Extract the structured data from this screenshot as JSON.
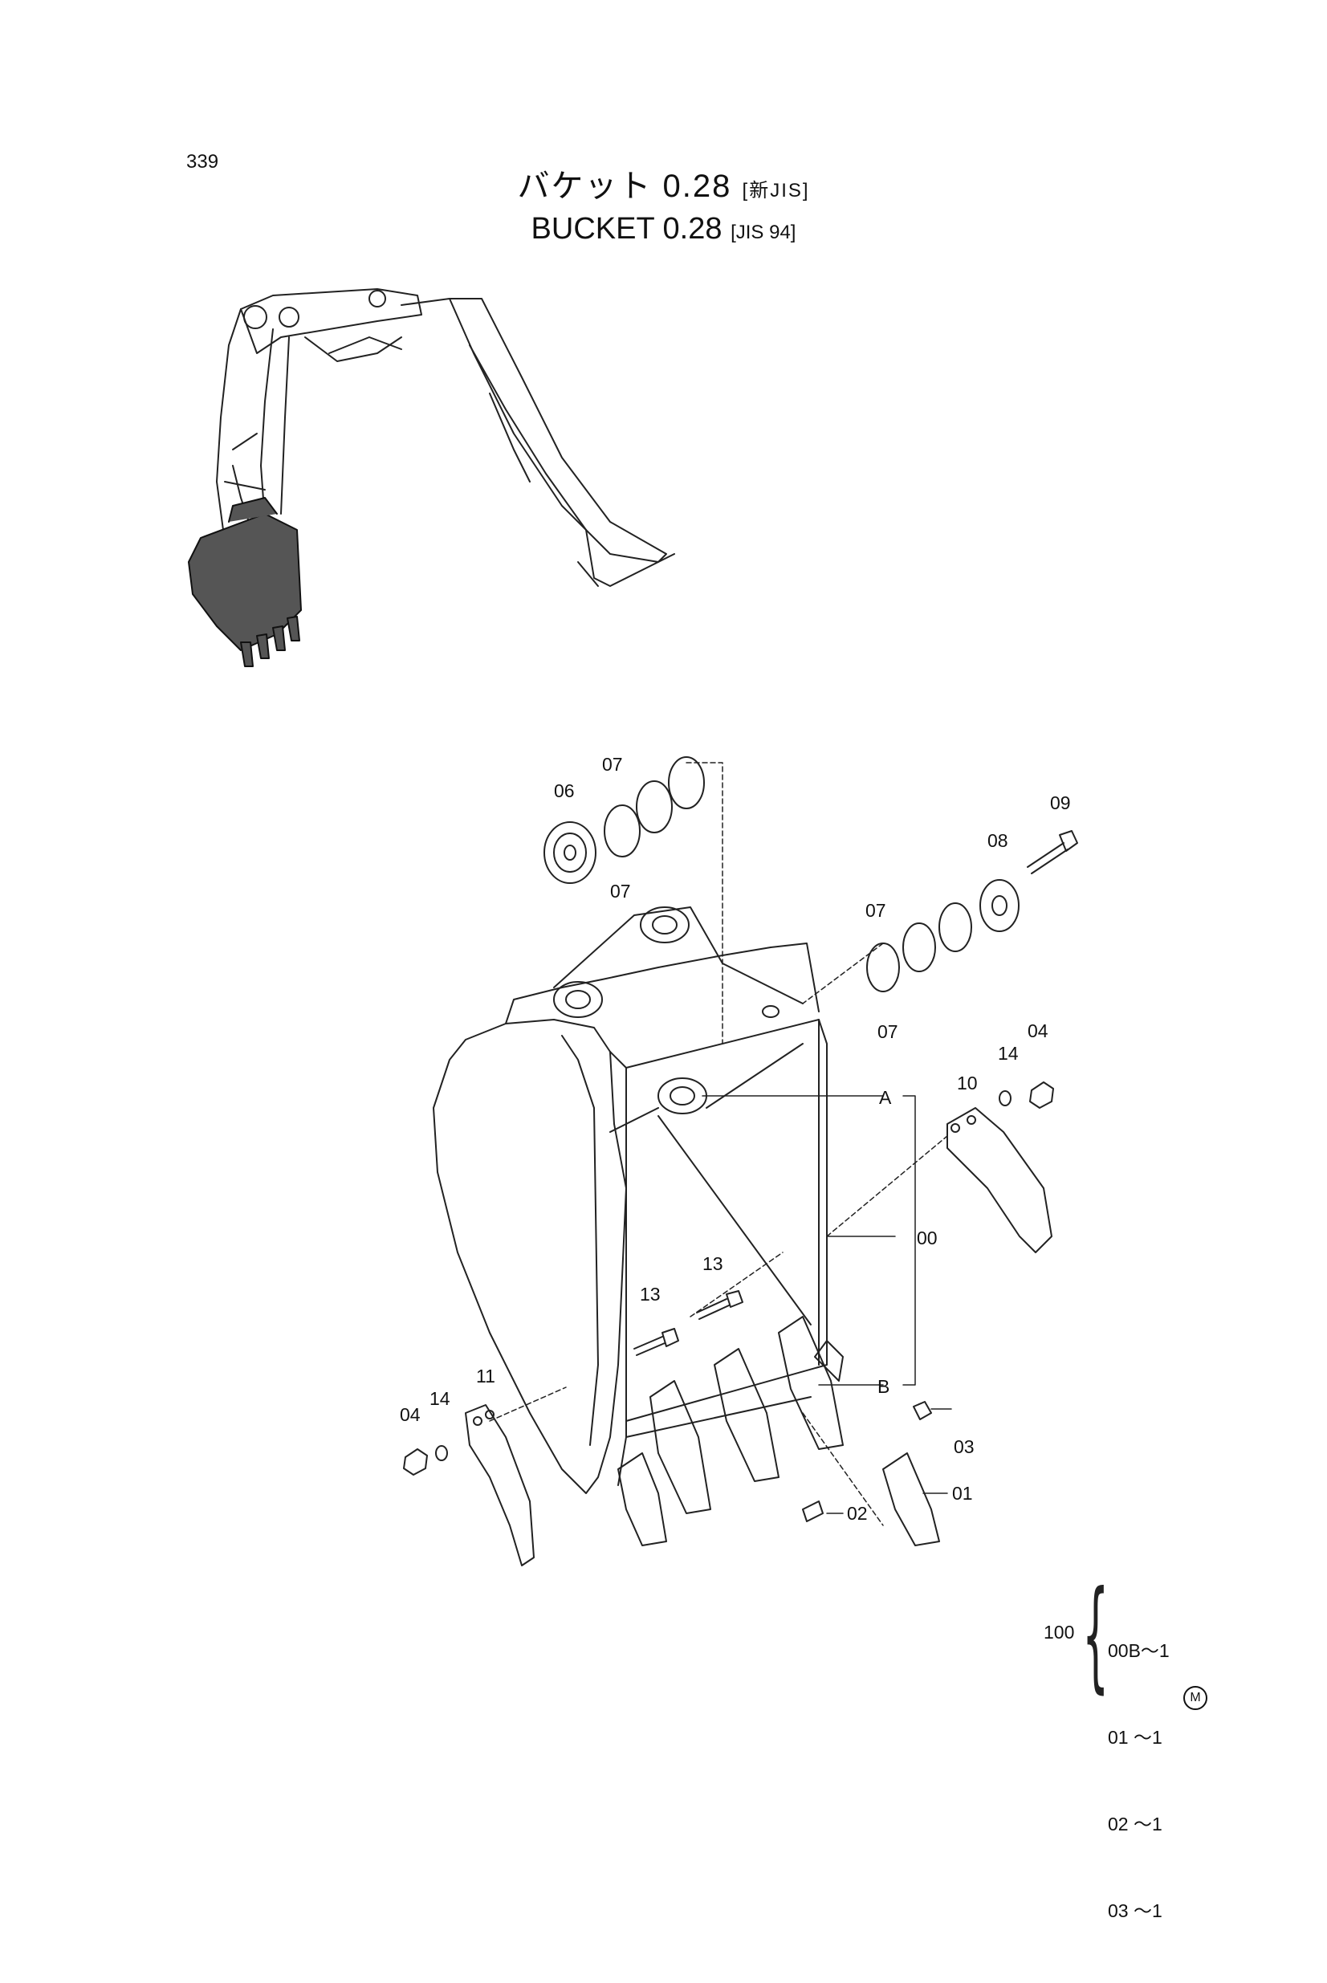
{
  "page_number": "339",
  "title": {
    "jp": "バケット 0.28",
    "jp_tag": "[新JIS]",
    "en": "BUCKET 0.28",
    "en_tag": "[JIS 94]"
  },
  "callouts": {
    "c06": "06",
    "c07a": "07",
    "c07b": "07",
    "c09": "09",
    "c08": "08",
    "c07c": "07",
    "c07d": "07",
    "c04a": "04",
    "c14a": "14",
    "c10": "10",
    "cA": "A",
    "c00": "00",
    "c13a": "13",
    "c13b": "13",
    "cB": "B",
    "c11": "11",
    "c04b": "04",
    "c14b": "14",
    "c03": "03",
    "c01": "01",
    "c02": "02"
  },
  "kit": {
    "total": "100",
    "items": [
      "00B～1",
      "01 ～1",
      "02 ～1",
      "03 ～1"
    ]
  },
  "mark": "M",
  "icons": [
    "excavator-icon",
    "bucket-assembly-drawing"
  ]
}
